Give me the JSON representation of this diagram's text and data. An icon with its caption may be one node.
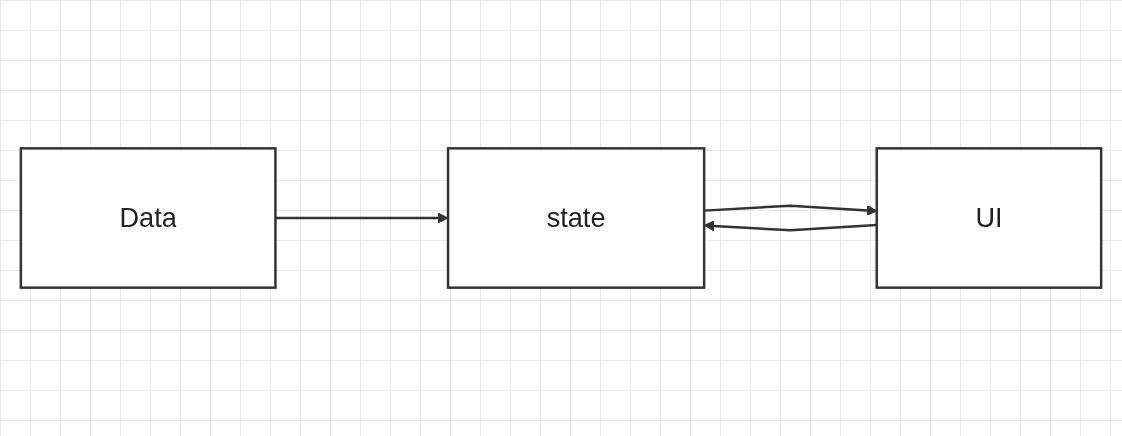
{
  "diagram": {
    "nodes": [
      {
        "text": [
          "Data"
        ]
      },
      {
        "text": [
          "state"
        ]
      },
      {
        "text": [
          "UI"
        ]
      }
    ],
    "edges": [
      {
        "from": 0,
        "to": 1,
        "arrow": "to"
      },
      {
        "from": 1,
        "to": 2,
        "arrow": "to"
      },
      {
        "from": 2,
        "to": 1,
        "arrow": "to"
      }
    ]
  }
}
